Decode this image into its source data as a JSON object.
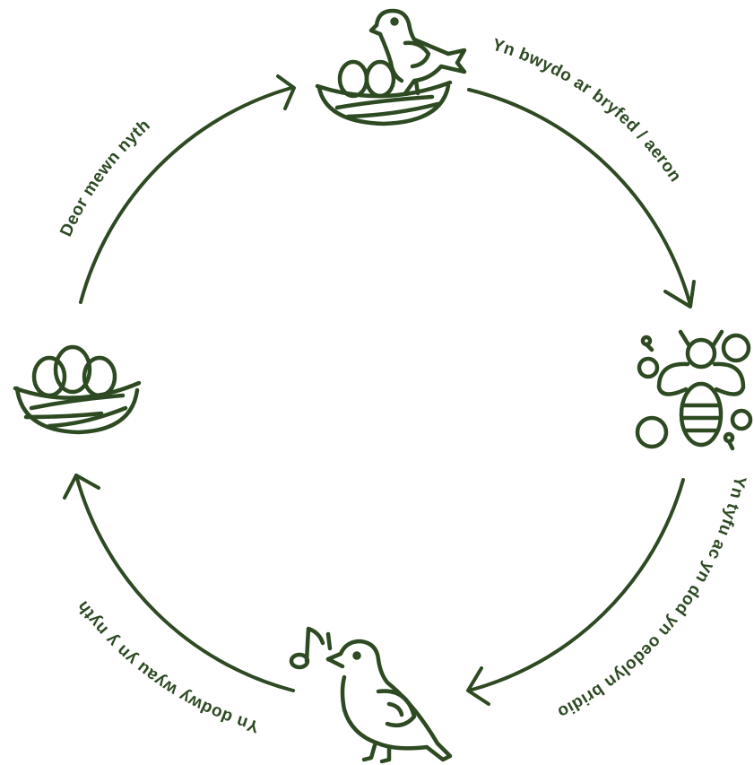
{
  "colors": {
    "ink": "#2d4a22",
    "background": "#ffffff"
  },
  "stages": [
    {
      "id": "eggs",
      "icon": "nest-with-eggs-icon"
    },
    {
      "id": "chick",
      "icon": "chick-in-nest-icon"
    },
    {
      "id": "insects",
      "icon": "bee-and-flowers-icon"
    },
    {
      "id": "adult",
      "icon": "singing-bird-icon"
    }
  ],
  "labels": {
    "hatch": "Deor mewn nyth",
    "feed": "Yn bwydo ar bryfed / aeron",
    "grow": "Yn tyfu ac yn dod yn oedolyn bridio",
    "lay": "Yn dodwy wyau yn y nyth"
  }
}
